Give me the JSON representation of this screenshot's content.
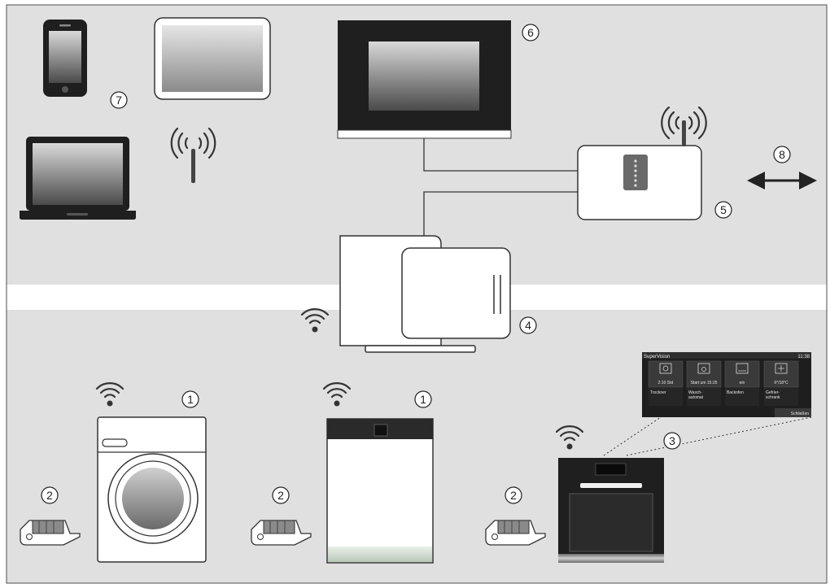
{
  "callouts": {
    "c1a": "1",
    "c1b": "1",
    "c2a": "2",
    "c2b": "2",
    "c2c": "2",
    "c3": "3",
    "c4": "4",
    "c5": "5",
    "c6": "6",
    "c7": "7",
    "c8": "8"
  },
  "supervision_screen": {
    "title": "SuperVision",
    "time": "11:38",
    "tiles": [
      {
        "status": "2:10 Std",
        "label1": "Trockner",
        "label2": ""
      },
      {
        "status": "Start um 15:25",
        "label1": "Wasch-",
        "label2": "automat"
      },
      {
        "status": "ein",
        "label1": "Backofen",
        "label2": ""
      },
      {
        "status": "6°/18°C",
        "label1": "Gefrier-",
        "label2": "schrank"
      }
    ],
    "close_label": "Schließen"
  },
  "colors": {
    "background_top": "#e0e0e0",
    "background_bottom": "#e0e0e0",
    "device_dark": "#1f1f1f",
    "outline": "#333333"
  }
}
